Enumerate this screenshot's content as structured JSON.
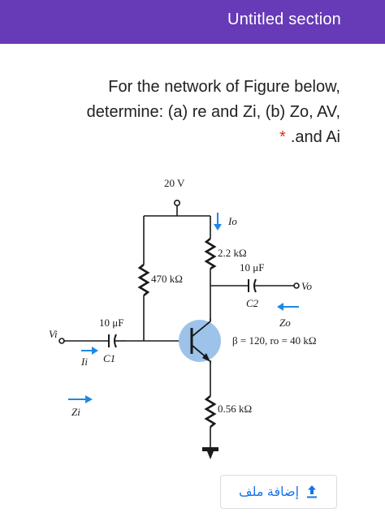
{
  "section": {
    "title": "Untitled section"
  },
  "question": {
    "line1": "For the network of Figure below,",
    "line2": "determine: (a) re and Zi, (b) Zo, AV,",
    "line3": ".and Ai",
    "required_mark": "*"
  },
  "figure": {
    "supply": "20 V",
    "r_collector": "2.2 kΩ",
    "r_base": "470 kΩ",
    "c_out": "10 μF",
    "c_in": "10 μF",
    "c1": "C1",
    "c2": "C2",
    "vi": "Vi",
    "ii": "Ii",
    "vo": "Vo",
    "io": "Io",
    "zi": "Zi",
    "zo": "Zo",
    "transistor_params": "β = 120, ro = 40 kΩ",
    "r_emitter": "0.56 kΩ"
  },
  "upload": {
    "label": "إضافة ملف",
    "icon": "upload-icon"
  },
  "colors": {
    "header": "#673ab7",
    "required": "#d93025",
    "link": "#1a73e8",
    "transistor_fill": "#9ec3ea"
  }
}
